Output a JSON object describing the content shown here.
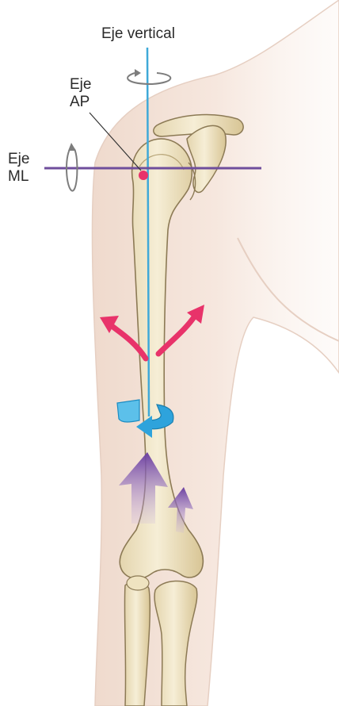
{
  "labels": {
    "vertical_axis": "Eje vertical",
    "ap_axis_line1": "Eje",
    "ap_axis_line2": "AP",
    "ml_axis_line1": "Eje",
    "ml_axis_line2": "ML"
  },
  "colors": {
    "skin": "#f3e2d8",
    "skin_edge": "#e2c9bc",
    "bone": "#efe4c4",
    "bone_shade": "#d9c79b",
    "bone_outline": "#8c7a55",
    "vertical_axis": "#3fa9d8",
    "ml_axis": "#6f4e9c",
    "ap_point": "#e8336a",
    "abduction_arrow": "#e8336a",
    "rotation_arrow": "#2ea3dc",
    "translation_arrow": "#7b4fa6"
  }
}
